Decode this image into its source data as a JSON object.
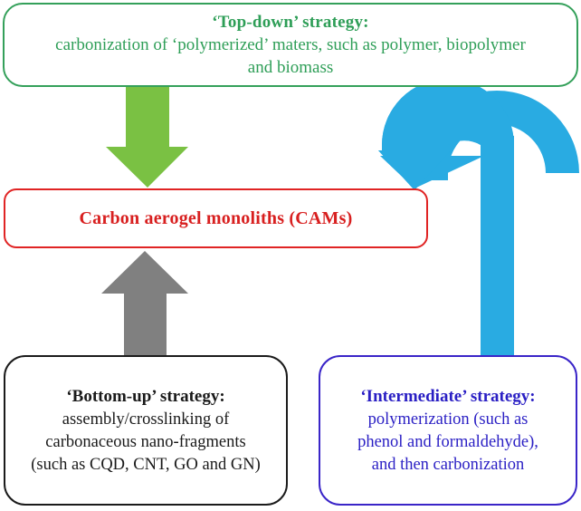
{
  "diagram": {
    "title_internal": "Strategies for fabricating carbon aerogel monoliths",
    "boxes": {
      "top_down": {
        "title": "‘Top-down’ strategy:",
        "body_line1": "carbonization of ‘polymerized’ maters, such as polymer, biopolymer",
        "body_line2": "and biomass",
        "border_color": "#34a05a",
        "text_color": "#2e9e57"
      },
      "center": {
        "title": "Carbon aerogel monoliths (CAMs)",
        "border_color": "#e02424",
        "text_color": "#d81f1f"
      },
      "bottom_up": {
        "title": "‘Bottom-up’ strategy:",
        "body_line1": "assembly/crosslinking of",
        "body_line2": "carbonaceous nano-fragments",
        "body_line3": "(such as CQD, CNT, GO and GN)",
        "border_color": "#1b1b1b",
        "text_color": "#1a1a1a"
      },
      "intermediate": {
        "title": "‘Intermediate’ strategy:",
        "body_line1": "polymerization (such as",
        "body_line2": "phenol and formaldehyde),",
        "body_line3": "and then carbonization",
        "border_color": "#3a25c8",
        "text_color": "#2a1fc4"
      }
    },
    "arrows": {
      "green_down": {
        "icon": "arrow-down-icon",
        "color": "#7ac143",
        "from": "top_down",
        "to": "center"
      },
      "gray_up": {
        "icon": "arrow-up-icon",
        "color": "#808080",
        "from": "bottom_up",
        "to": "center"
      },
      "blue_hook": {
        "icon": "arrow-hook-down-icon",
        "color": "#29abe2",
        "from": "intermediate",
        "to": "center"
      }
    }
  }
}
